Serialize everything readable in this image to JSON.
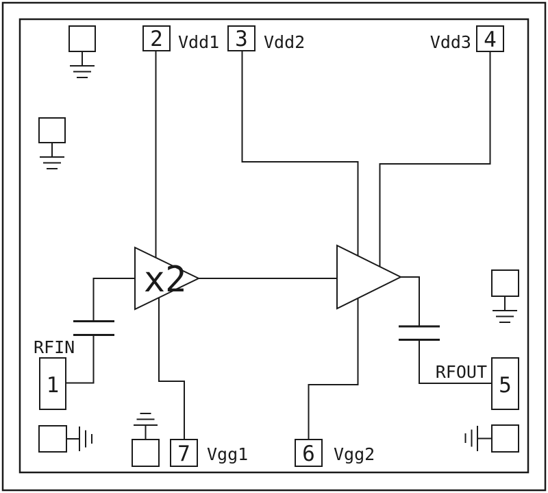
{
  "diagram": {
    "colors": {
      "line": "#1a1a1a",
      "background": "#ffffff"
    },
    "blocks": {
      "doubler": {
        "label": "x2"
      }
    },
    "pins": {
      "pin1": {
        "number": "1",
        "label": "RFIN"
      },
      "pin2": {
        "number": "2",
        "label": "Vdd1"
      },
      "pin3": {
        "number": "3",
        "label": "Vdd2"
      },
      "pin4": {
        "number": "4",
        "label": "Vdd3"
      },
      "pin5": {
        "number": "5",
        "label": "RFOUT"
      },
      "pin6": {
        "number": "6",
        "label": "Vgg2"
      },
      "pin7": {
        "number": "7",
        "label": "Vgg1"
      }
    }
  }
}
